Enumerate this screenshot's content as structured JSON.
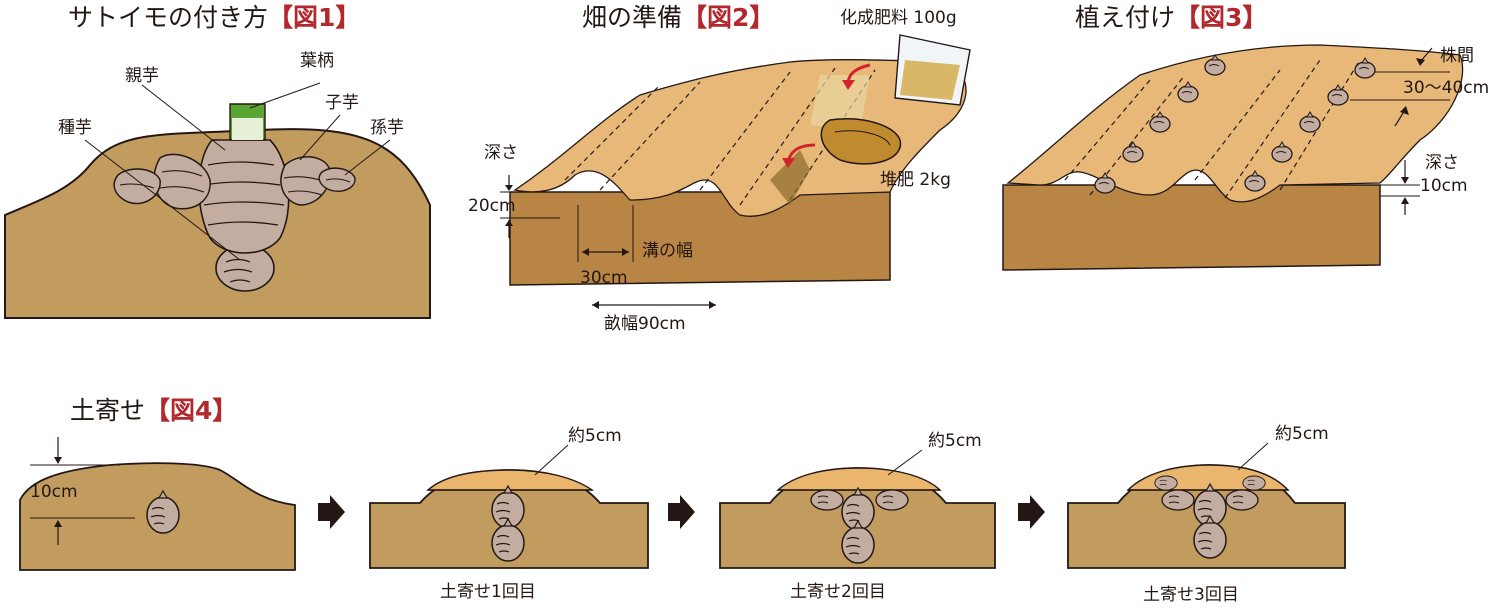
{
  "panels": {
    "fig1": {
      "title": "サトイモの付き方",
      "tag": "【図1】",
      "labels": {
        "petiole": "葉柄",
        "mother": "親芋",
        "child": "子芋",
        "seed": "種芋",
        "grandchild": "孫芋"
      }
    },
    "fig2": {
      "title": "畑の準備",
      "tag": "【図2】",
      "labels": {
        "fertilizer": "化成肥料 100g",
        "compost": "堆肥 2kg",
        "depth_label": "深さ",
        "depth_value": "20cm",
        "trench_width": "溝の幅",
        "trench_value": "30cm",
        "ridge_width": "畝幅90cm"
      }
    },
    "fig3": {
      "title": "植え付け",
      "tag": "【図3】",
      "labels": {
        "spacing_label": "株間",
        "spacing_value": "30〜40cm",
        "depth_label": "深さ",
        "depth_value": "10cm"
      }
    },
    "fig4": {
      "title": "土寄せ",
      "tag": "【図4】",
      "labels": {
        "depth_value": "10cm",
        "approx_1": "約5cm",
        "approx_2": "約5cm",
        "approx_3": "約5cm",
        "step_1": "土寄せ1回目",
        "step_2": "土寄せ2回目",
        "step_3": "土寄せ3回目"
      }
    }
  },
  "colors": {
    "soil_light": "#e8b878",
    "soil_mid": "#d49a5a",
    "soil_dark": "#b98545",
    "soil_section": "#c29b5e",
    "hilled_soil": "#eab56d",
    "taro_skin": "#c2ada0",
    "leaf_green": "#5ba632",
    "fig_tag": "#b3282d",
    "arrow_red": "#d3232a"
  }
}
